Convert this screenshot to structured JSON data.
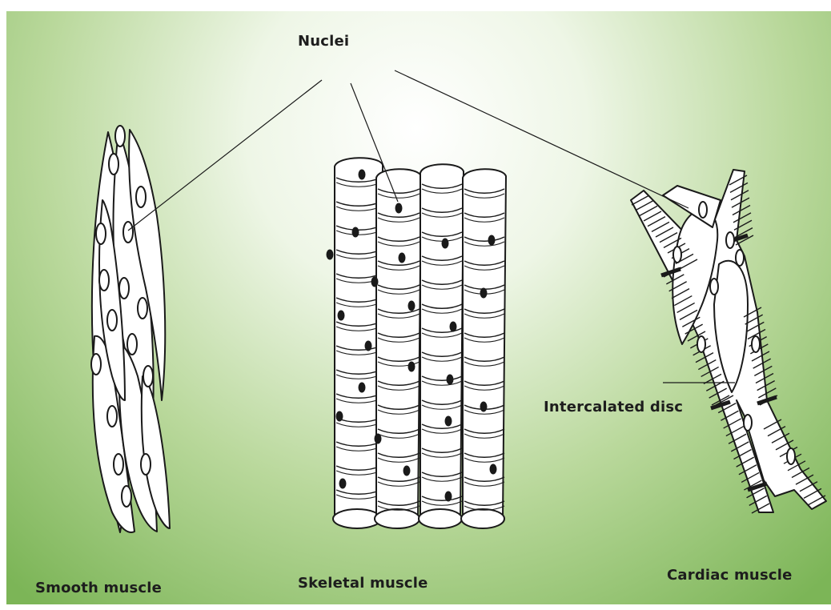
{
  "diagram": {
    "labels": {
      "nuclei": "Nuclei",
      "intercalated_disc": "Intercalated disc",
      "smooth_muscle": "Smooth muscle",
      "skeletal_muscle": "Skeletal muscle",
      "cardiac_muscle": "Cardiac muscle"
    },
    "colors": {
      "background_center": "#ffffff",
      "background_edge": "#7fb85a",
      "line": "#1a1a1a",
      "fill": "#ffffff"
    }
  }
}
